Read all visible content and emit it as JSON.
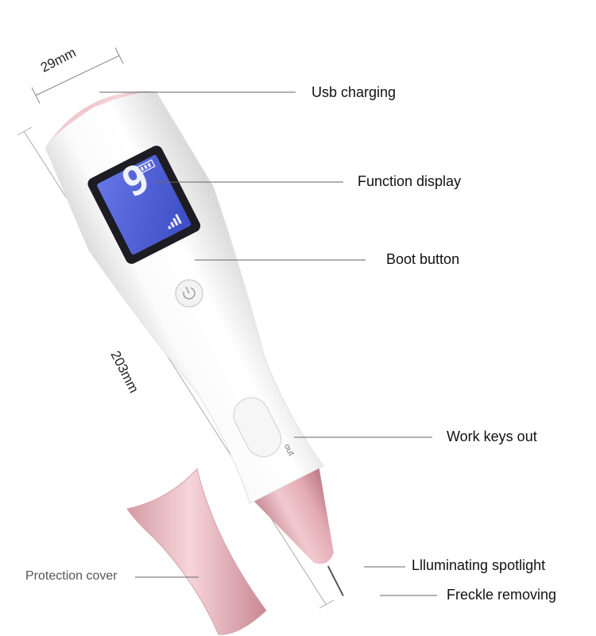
{
  "dimensions": {
    "width_label": "29mm",
    "length_label": "203mm"
  },
  "callouts": {
    "usb_charging": "Usb charging",
    "function_display": "Function display",
    "boot_button": "Boot button",
    "work_keys_out": "Work keys out",
    "illuminating_spotlight": "Llluminating spotlight",
    "freckle_removing": "Freckle removing",
    "protection_cover": "Protection cover"
  },
  "device": {
    "display_digit": "9",
    "out_key_label": "out",
    "power_icon": "power-icon",
    "battery_icon": "battery-icon",
    "signal_icon": "signal-bars-icon"
  },
  "colors": {
    "pen_body": "#f7f7f7",
    "rose_gold": "#e3aab2",
    "screen_blue": "#4e5fd6",
    "screen_frame": "#1c1c22",
    "leader_line": "#666666"
  }
}
